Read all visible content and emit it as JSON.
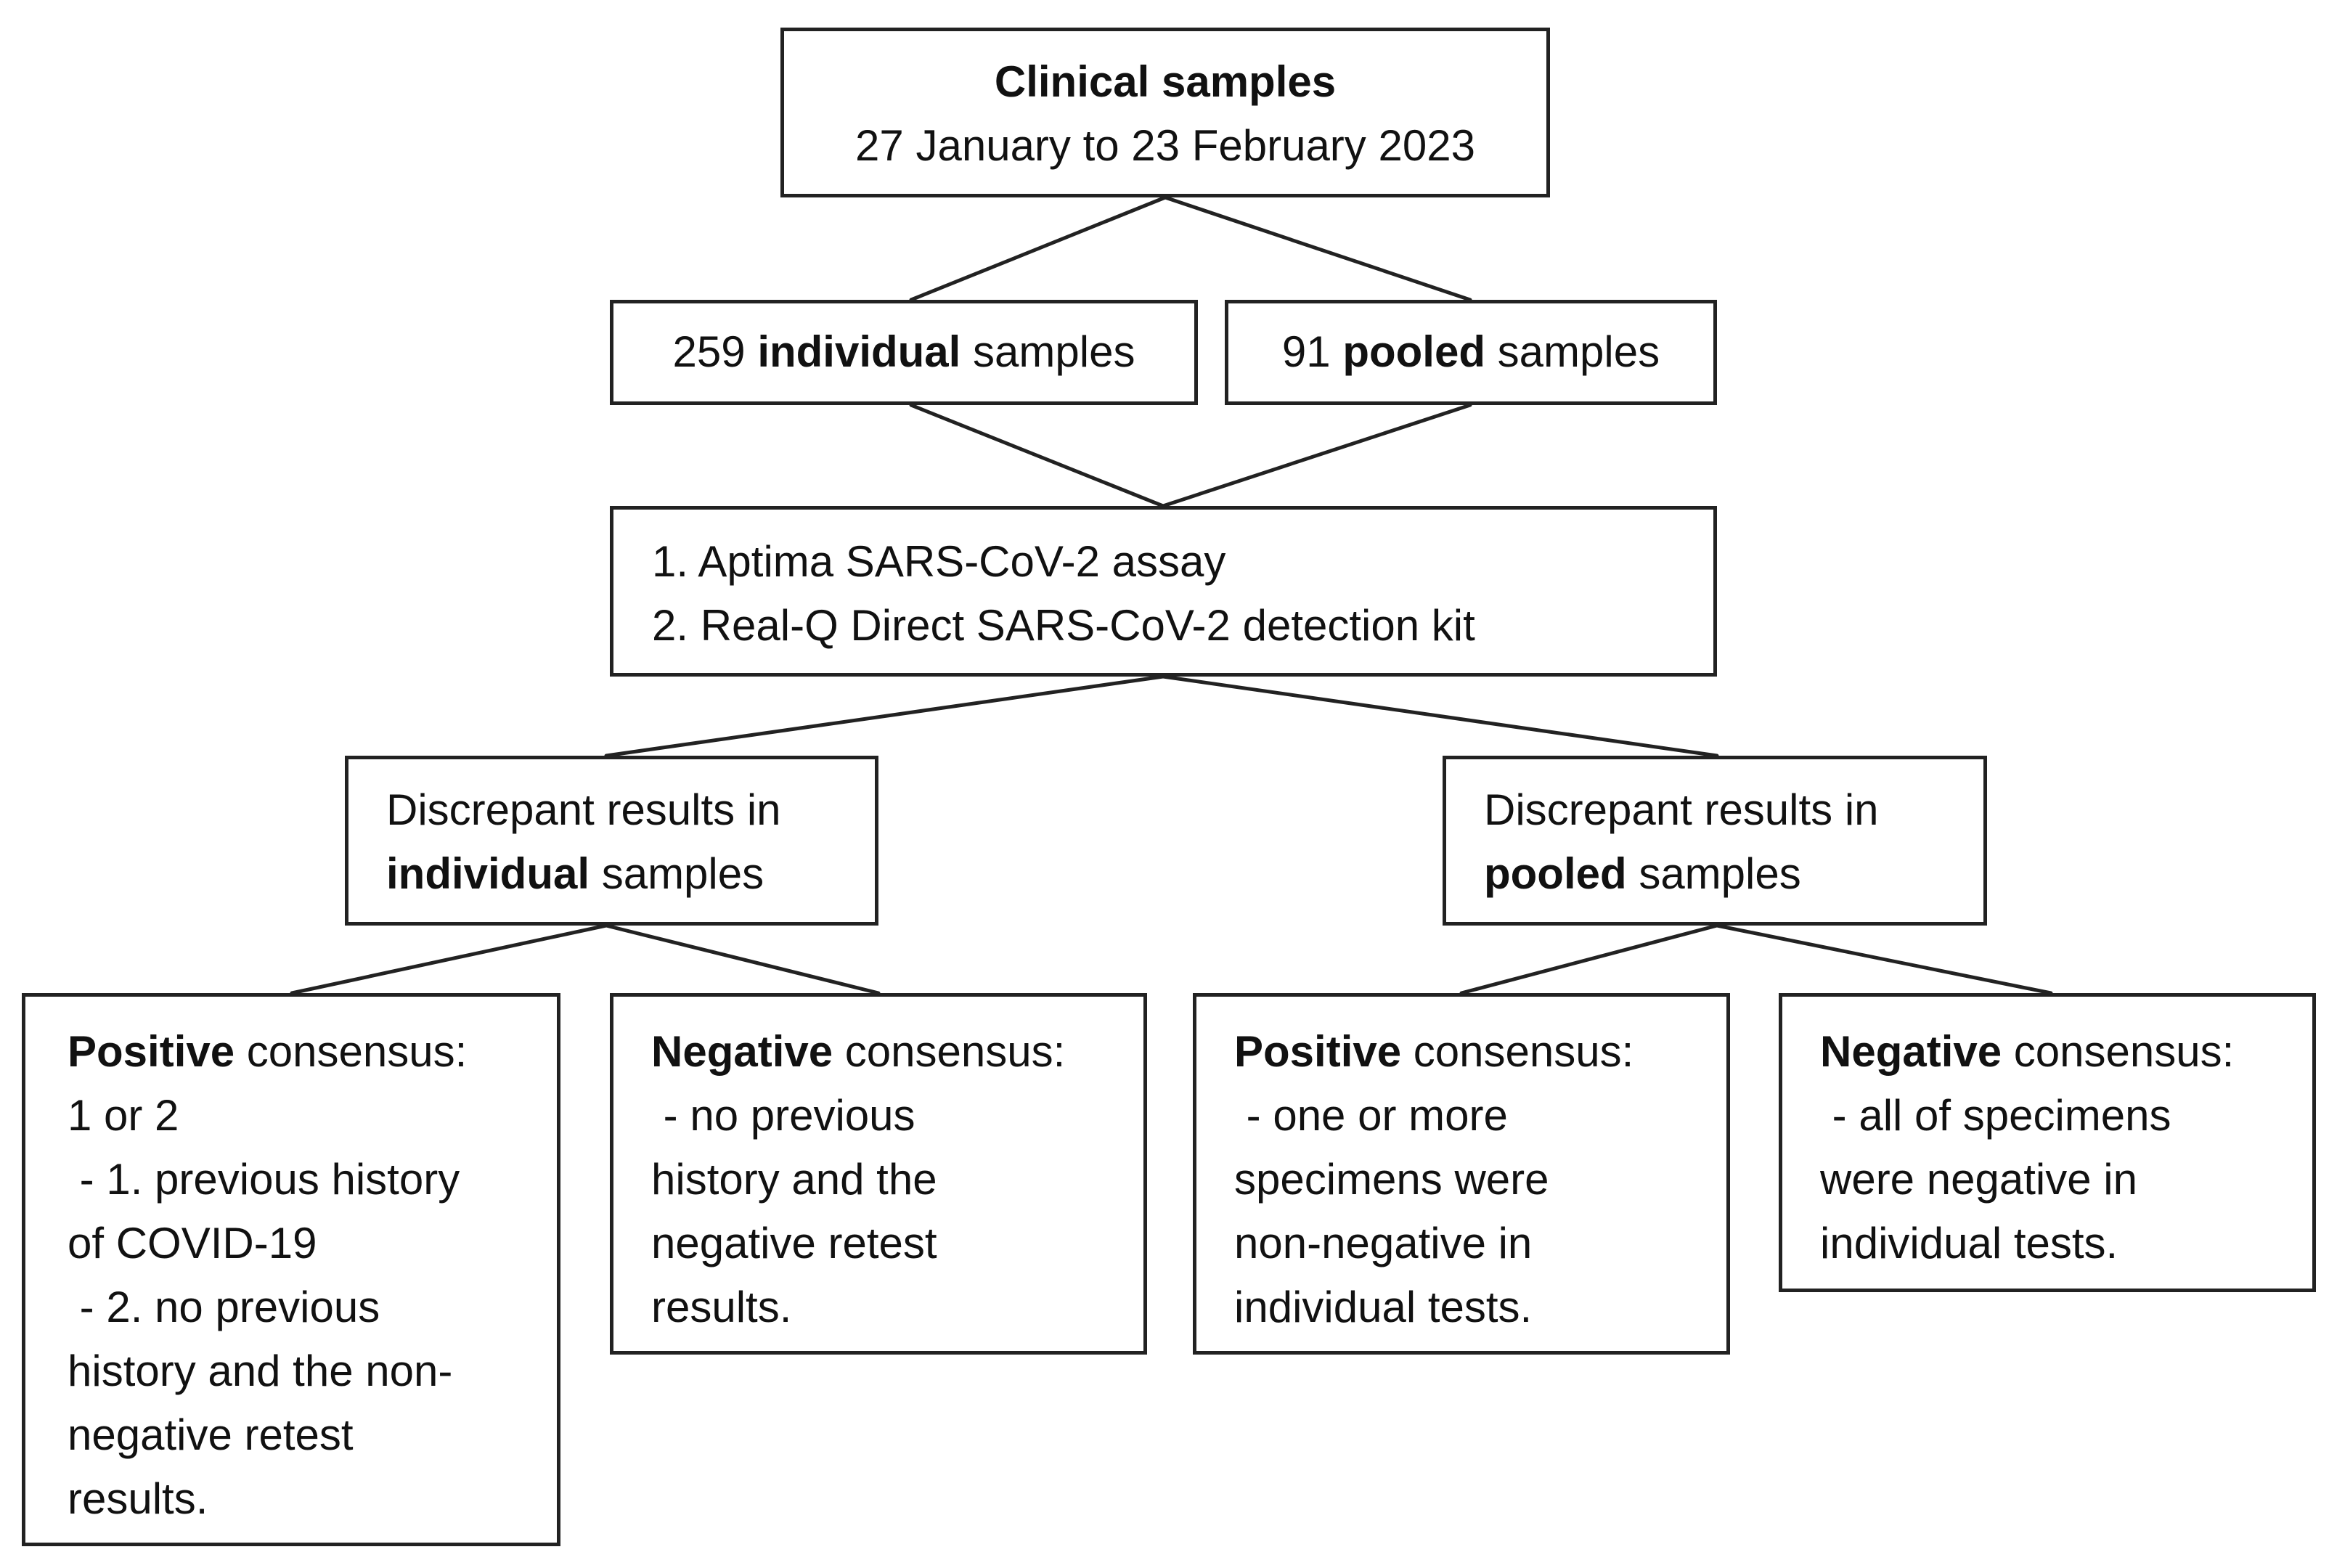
{
  "clinical": {
    "title": "Clinical samples",
    "period": "27 January to 23 February 2023"
  },
  "individual_samples": {
    "count": "259",
    "bold": "individual",
    "rest": "samples"
  },
  "pooled_samples": {
    "count": "91",
    "bold": "pooled",
    "rest": "samples"
  },
  "assays": {
    "line1": "1. Aptima SARS-CoV-2 assay",
    "line2": "2. Real-Q Direct SARS-CoV-2 detection kit"
  },
  "discrepant_individual": {
    "line1": "Discrepant results in",
    "bold": "individual",
    "rest": "samples"
  },
  "discrepant_pooled": {
    "line1": "Discrepant results in",
    "bold": "pooled",
    "rest": "samples"
  },
  "ind_positive": {
    "bold": "Positive",
    "rest": "consensus:",
    "lines": [
      "1 or 2",
      " - 1. previous history",
      "of COVID-19",
      " - 2. no previous",
      "history and the non-",
      "negative retest",
      "results."
    ]
  },
  "ind_negative": {
    "bold": "Negative",
    "rest": "consensus:",
    "lines": [
      " - no previous",
      "history and the",
      "negative retest",
      "results."
    ]
  },
  "pool_positive": {
    "bold": "Positive",
    "rest": "consensus:",
    "lines": [
      " - one or more",
      "specimens were",
      "non-negative in",
      "individual tests."
    ]
  },
  "pool_negative": {
    "bold": "Negative",
    "rest": "consensus:",
    "lines": [
      " - all of specimens",
      "were negative in",
      "individual tests."
    ]
  }
}
